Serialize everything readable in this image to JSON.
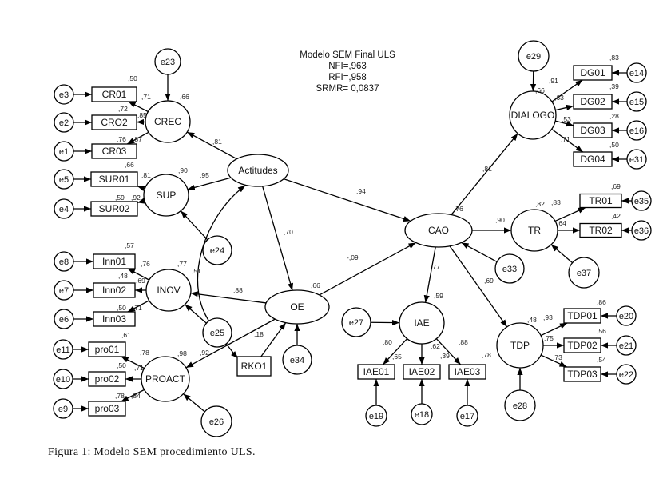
{
  "title": {
    "line1": "Modelo SEM Final ULS",
    "line2": "NFI=,963",
    "line3": "RFI=,958",
    "line4": "SRMR=  0,0837"
  },
  "caption": "Figura 1: Modelo SEM procedimiento ULS.",
  "nodes": {
    "e23": "e23",
    "CREC": "CREC",
    "CR01": "CR01",
    "CRO2": "CRO2",
    "CR03": "CR03",
    "e3": "e3",
    "e2": "e2",
    "e1": "e1",
    "SUP": "SUP",
    "SUR01": "SUR01",
    "SUR02": "SUR02",
    "e5": "e5",
    "e4": "e4",
    "Actitudes": "Actitudes",
    "e24": "e24",
    "INOV": "INOV",
    "Inn01": "Inn01",
    "Inn02": "Inn02",
    "Inn03": "Inn03",
    "e8": "e8",
    "e7": "e7",
    "e6": "e6",
    "e25": "e25",
    "OE": "OE",
    "RKO1": "RKO1",
    "e34": "e34",
    "PROACT": "PROACT",
    "pro01": "pro01",
    "pro02": "pro02",
    "pro03": "pro03",
    "e11": "e11",
    "e10": "e10",
    "e9": "e9",
    "e26": "e26",
    "CAO": "CAO",
    "e33": "e33",
    "TR": "TR",
    "TR01": "TR01",
    "TR02": "TR02",
    "e35": "e35",
    "e36": "e36",
    "e37": "e37",
    "DIALOGO": "DIALOGO",
    "e29": "e29",
    "DG01": "DG01",
    "DG02": "DG02",
    "DG03": "DG03",
    "DG04": "DG04",
    "e14": "e14",
    "e15": "e15",
    "e16": "e16",
    "e31": "e31",
    "IAE": "IAE",
    "e27": "e27",
    "IAE01": "IAE01",
    "IAE02": "IAE02",
    "IAE03": "IAE03",
    "e19": "e19",
    "e18": "e18",
    "e17": "e17",
    "TDP": "TDP",
    "TDP01": "TDP01",
    "TDP02": "TDP02",
    "TDP03": "TDP03",
    "e20": "e20",
    "e21": "e21",
    "e22": "e22",
    "e28": "e28"
  },
  "edges": [
    [
      "e23",
      "CREC"
    ],
    [
      "CREC",
      "CR01"
    ],
    [
      "CREC",
      "CRO2"
    ],
    [
      "CREC",
      "CR03"
    ],
    [
      "e3",
      "CR01"
    ],
    [
      "e2",
      "CRO2"
    ],
    [
      "e1",
      "CR03"
    ],
    [
      "SUP",
      "SUR01"
    ],
    [
      "SUP",
      "SUR02"
    ],
    [
      "e5",
      "SUR01"
    ],
    [
      "e4",
      "SUR02"
    ],
    [
      "e24",
      "SUP"
    ],
    [
      "Actitudes",
      "CREC"
    ],
    [
      "Actitudes",
      "SUP"
    ],
    [
      "Actitudes",
      "OE"
    ],
    [
      "Actitudes",
      "CAO"
    ],
    [
      "INOV",
      "Inn01"
    ],
    [
      "INOV",
      "Inn02"
    ],
    [
      "INOV",
      "Inn03"
    ],
    [
      "e8",
      "Inn01"
    ],
    [
      "e7",
      "Inn02"
    ],
    [
      "e6",
      "Inn03"
    ],
    [
      "e25",
      "INOV"
    ],
    [
      "OE",
      "INOV"
    ],
    [
      "OE",
      "PROACT"
    ],
    [
      "RKO1",
      "OE"
    ],
    [
      "e34",
      "OE"
    ],
    [
      "OE",
      "CAO"
    ],
    [
      "PROACT",
      "pro01"
    ],
    [
      "PROACT",
      "pro02"
    ],
    [
      "PROACT",
      "pro03"
    ],
    [
      "e11",
      "pro01"
    ],
    [
      "e10",
      "pro02"
    ],
    [
      "e9",
      "pro03"
    ],
    [
      "e26",
      "PROACT"
    ],
    [
      "CAO",
      "DIALOGO"
    ],
    [
      "CAO",
      "TR"
    ],
    [
      "CAO",
      "IAE"
    ],
    [
      "CAO",
      "TDP"
    ],
    [
      "e33",
      "CAO"
    ],
    [
      "e29",
      "DIALOGO"
    ],
    [
      "DIALOGO",
      "DG01"
    ],
    [
      "DIALOGO",
      "DG02"
    ],
    [
      "DIALOGO",
      "DG03"
    ],
    [
      "DIALOGO",
      "DG04"
    ],
    [
      "e14",
      "DG01"
    ],
    [
      "e15",
      "DG02"
    ],
    [
      "e16",
      "DG03"
    ],
    [
      "e31",
      "DG04"
    ],
    [
      "TR",
      "TR01"
    ],
    [
      "TR",
      "TR02"
    ],
    [
      "e35",
      "TR01"
    ],
    [
      "e36",
      "TR02"
    ],
    [
      "e37",
      "TR"
    ],
    [
      "e27",
      "IAE"
    ],
    [
      "IAE",
      "IAE01"
    ],
    [
      "IAE",
      "IAE02"
    ],
    [
      "IAE",
      "IAE03"
    ],
    [
      "e19",
      "IAE01"
    ],
    [
      "e18",
      "IAE02"
    ],
    [
      "e17",
      "IAE03"
    ],
    [
      "TDP",
      "TDP01"
    ],
    [
      "TDP",
      "TDP02"
    ],
    [
      "TDP",
      "TDP03"
    ],
    [
      "e20",
      "TDP01"
    ],
    [
      "e21",
      "TDP02"
    ],
    [
      "e22",
      "TDP03"
    ],
    [
      "e28",
      "TDP"
    ]
  ],
  "curved_edge": [
    "Actitudes",
    "RKO1"
  ],
  "estimates": [
    ",50",
    ",71",
    ",66",
    ",72",
    ",85",
    ",76",
    ",87",
    ",81",
    ",66",
    ",81",
    ",90",
    ",95",
    ",59",
    ",92",
    ",57",
    ",76",
    ",77",
    ",51",
    ",48",
    ",69",
    ",50",
    ",71",
    ",88",
    ",70",
    ",66",
    "-,09",
    ",18",
    ",92",
    ",61",
    ",78",
    ",98",
    ",50",
    ",71",
    ",78",
    ",84",
    ",94",
    ",76",
    ",81",
    ",90",
    ",82",
    ",83",
    ",64",
    ",69",
    ",42",
    ",66",
    ",91",
    ",63",
    ",53",
    ",71",
    ",83",
    ",39",
    ",28",
    ",50",
    ",77",
    ",59",
    ",69",
    ",80",
    ",65",
    ",62",
    ",39",
    ",88",
    ",78",
    ",48",
    ",93",
    ",75",
    ",73",
    ",86",
    ",56",
    ",54"
  ]
}
